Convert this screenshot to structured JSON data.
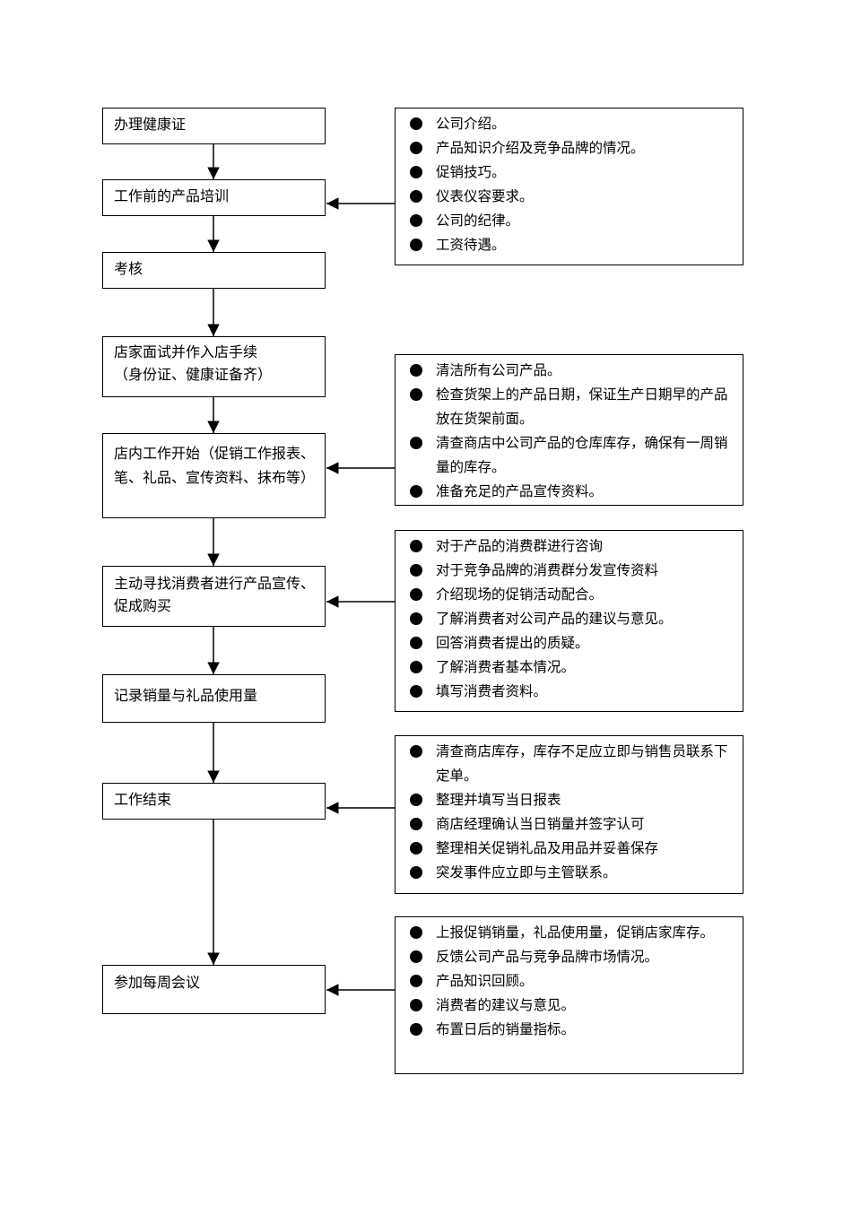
{
  "steps": [
    {
      "text": "办理健康证"
    },
    {
      "text": "工作前的产品培训"
    },
    {
      "text": "考核"
    },
    {
      "text": "店家面试并作入店手续\n（身份证、健康证备齐）"
    },
    {
      "text": "店内工作开始（促销工作报表、笔、礼品、宣传资料、抹布等）"
    },
    {
      "text": "主动寻找消费者进行产品宣传、促成购买"
    },
    {
      "text": "记录销量与礼品使用量"
    },
    {
      "text": "工作结束"
    },
    {
      "text": "参加每周会议"
    }
  ],
  "notes": [
    {
      "items": [
        "公司介绍。",
        "产品知识介绍及竞争品牌的情况。",
        "促销技巧。",
        "仪表仪容要求。",
        "公司的纪律。",
        "工资待遇。"
      ]
    },
    {
      "items": [
        "清洁所有公司产品。",
        "检查货架上的产品日期，保证生产日期早的产品放在货架前面。",
        "清查商店中公司产品的仓库库存，确保有一周销量的库存。",
        "准备充足的产品宣传资料。"
      ]
    },
    {
      "items": [
        "对于产品的消费群进行咨询",
        "对于竞争品牌的消费群分发宣传资料",
        "介绍现场的促销活动配合。",
        "了解消费者对公司产品的建议与意见。",
        "回答消费者提出的质疑。",
        "了解消费者基本情况。",
        "填写消费者资料。"
      ]
    },
    {
      "items": [
        "清查商店库存，库存不足应立即与销售员联系下定单。",
        "整理并填写当日报表",
        "商店经理确认当日销量并签字认可",
        "整理相关促销礼品及用品并妥善保存",
        "突发事件应立即与主管联系。"
      ]
    },
    {
      "items": [
        "上报促销销量，礼品使用量，促销店家库存。",
        "反馈公司产品与竞争品牌市场情况。",
        "产品知识回顾。",
        "消费者的建议与意见。",
        "布置日后的销量指标。"
      ]
    }
  ]
}
